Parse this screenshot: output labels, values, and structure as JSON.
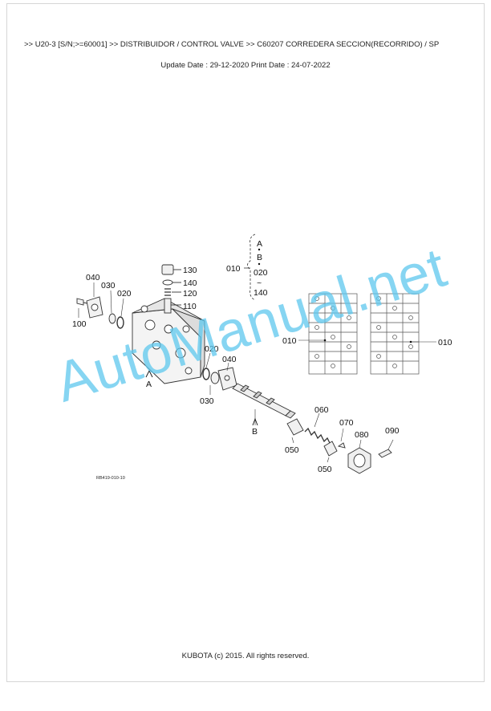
{
  "header": {
    "breadcrumb": ">> U20-3 [S/N;>=60001] >> DISTRIBUIDOR / CONTROL VALVE >> C60207   CORREDERA SECCION(RECORRIDO) / SP",
    "dates": "Update Date : 29-12-2020   Print Date : 24-07-2022"
  },
  "diagram": {
    "callouts": {
      "c130": "130",
      "c140": "140",
      "c120": "120",
      "c110": "110",
      "c040a": "040",
      "c030a": "030",
      "c020a": "020",
      "c100": "100",
      "c020b": "020",
      "c040b": "040",
      "c030b": "030",
      "c060": "060",
      "c070": "070",
      "c080": "080",
      "c090": "090",
      "c050a": "050",
      "c050b": "050",
      "c010a": "010",
      "c010b": "010",
      "c010c": "010",
      "legend_a": "A",
      "legend_b": "B",
      "legend_020": "020",
      "legend_tilde": "~",
      "legend_140": "140",
      "markA": "A",
      "markB": "B"
    },
    "drawing_code": "RB419-010-10"
  },
  "watermark": "AutoManual.net",
  "footer": {
    "copyright": "KUBOTA (c) 2015. All rights reserved."
  }
}
